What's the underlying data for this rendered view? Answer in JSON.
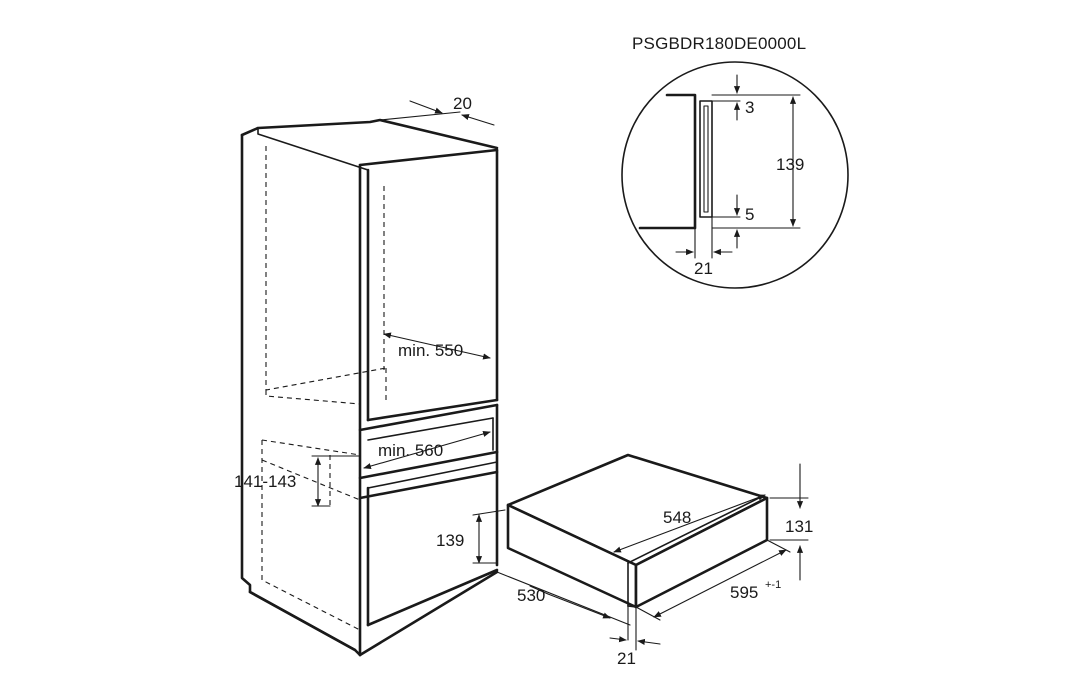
{
  "model_label": "PSGBDR180DE0000L",
  "dimensions": {
    "cabinet_depth_gap": "20",
    "min_depth_upper": "min. 550",
    "min_depth_lower": "min. 560",
    "niche_height": "141-143",
    "drawer_front_height_left": "139",
    "drawer_depth": "530",
    "drawer_front_offset": "21",
    "drawer_inner_depth": "548",
    "drawer_height": "131",
    "drawer_width": "595",
    "drawer_width_tolerance": "+-1"
  },
  "detail": {
    "top_gap": "3",
    "handle_height": "139",
    "bottom_gap": "5",
    "handle_offset": "21"
  }
}
